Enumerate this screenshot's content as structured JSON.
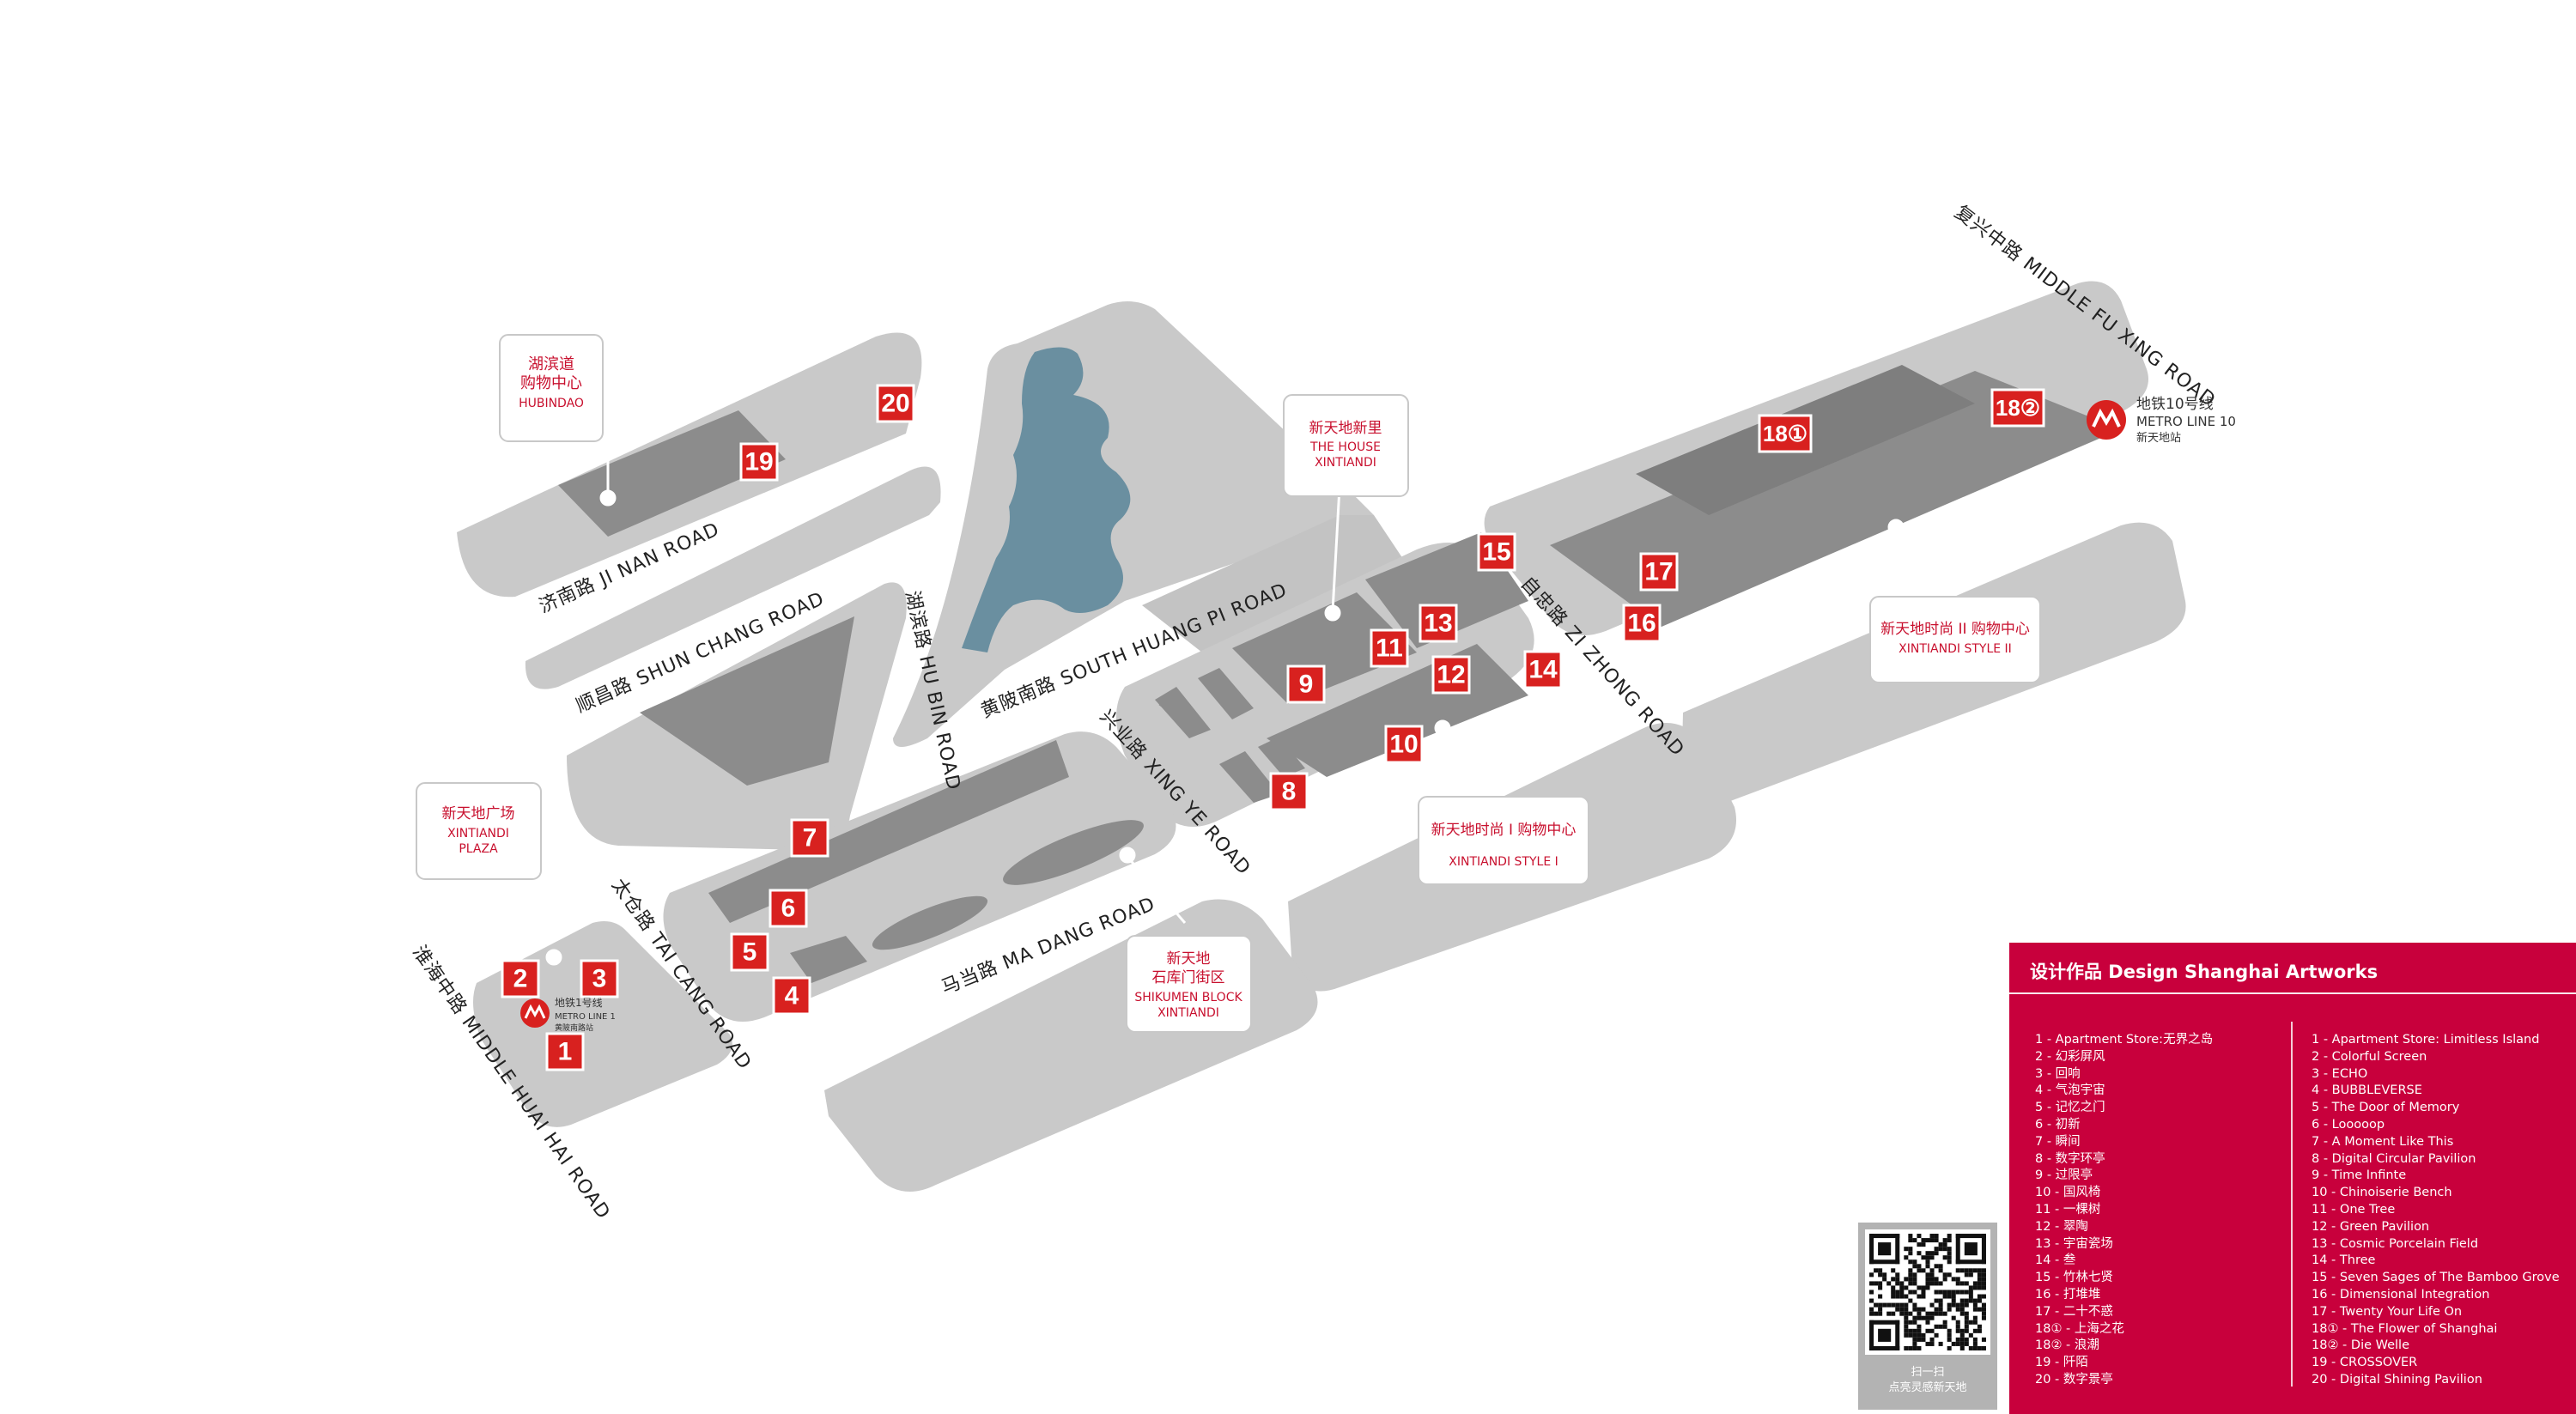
{
  "roads": {
    "ji_nan": "济南路 JI NAN ROAD",
    "shun_chang": "顺昌路 SHUN CHANG ROAD",
    "hu_bin": "湖滨路 HU BIN ROAD",
    "south_huang_pi": "黄陂南路 SOUTH HUANG PI ROAD",
    "xing_ye": "兴业路 XING YE ROAD",
    "zi_zhong": "自忠路 ZI ZHONG ROAD",
    "middle_fu_xing": "复兴中路 MIDDLE FU XING ROAD",
    "tai_cang": "太仓路 TAI CANG ROAD",
    "ma_dang": "马当路 MA DANG ROAD",
    "middle_huai_hai": "淮海中路 MIDDLE HUAI HAI ROAD"
  },
  "callouts": {
    "hubindao": {
      "cn1": "湖滨道",
      "cn2": "购物中心",
      "en": "HUBINDAO"
    },
    "the_house": {
      "cn": "新天地新里",
      "en1": "THE HOUSE",
      "en2": "XINTIANDI"
    },
    "plaza": {
      "cn": "新天地广场",
      "en1": "XINTIANDI",
      "en2": "PLAZA"
    },
    "shikumen": {
      "cn1": "新天地",
      "cn2": "石库门街区",
      "en1": "SHIKUMEN BLOCK",
      "en2": "XINTIANDI"
    },
    "style1": {
      "cn": "新天地时尚 I 购物中心",
      "en": "XINTIANDI STYLE I"
    },
    "style2": {
      "cn": "新天地时尚 II 购物中心",
      "en": "XINTIANDI STYLE II"
    }
  },
  "metro": {
    "line10": {
      "cn": "地铁10号线",
      "en": "METRO LINE 10",
      "station": "新天地站"
    },
    "line1": {
      "cn": "地铁1号线",
      "en": "METRO LINE 1",
      "station": "黄陂南路站"
    }
  },
  "markers": [
    "1",
    "2",
    "3",
    "4",
    "5",
    "6",
    "7",
    "8",
    "9",
    "10",
    "11",
    "12",
    "13",
    "14",
    "15",
    "16",
    "17",
    "18①",
    "18②",
    "19",
    "20"
  ],
  "legend": {
    "title": "设计作品 Design Shanghai Artworks",
    "items_cn": [
      "1 - Apartment Store:无界之岛",
      "2 - 幻彩屏风",
      "3 - 回响",
      "4 - 气泡宇宙",
      "5 - 记忆之门",
      "6 - 初新",
      "7 - 瞬间",
      "8 - 数字环亭",
      "9 - 过限亭",
      "10 - 国风椅",
      "11 - 一棵树",
      "12 - 翠陶",
      "13 - 宇宙瓷场",
      "14 - 叁",
      "15 - 竹林七贤",
      "16 - 打堆堆",
      "17 - 二十不惑",
      "18① - 上海之花",
      "18② - 浪潮",
      "19 - 阡陌",
      "20 - 数字景亭"
    ],
    "items_en": [
      "1 - Apartment Store: Limitless Island",
      "2 - Colorful Screen",
      "3 - ECHO",
      "4 - BUBBLEVERSE",
      "5 - The Door of Memory",
      "6 - Looooop",
      "7 - A Moment Like This",
      "8 - Digital Circular Pavilion",
      "9 - Time Infinte",
      "10 - Chinoiserie Bench",
      "11 - One Tree",
      "12 - Green Pavilion",
      "13 - Cosmic Porcelain Field",
      "14 - Three",
      "15 - Seven Sages of The Bamboo Grove",
      "16 - Dimensional Integration",
      "17 - Twenty Your Life On",
      "18① - The Flower of Shanghai",
      "18② - Die Welle",
      "19 - CROSSOVER",
      "20 - Digital Shining Pavilion"
    ]
  },
  "qr": {
    "line1": "扫一扫",
    "line2": "点亮灵感新天地"
  },
  "colors": {
    "accent": "#c8003c",
    "marker": "#d8211f",
    "lake": "#6a8fa0",
    "block": "#c8c8c8",
    "building": "#8c8c8c"
  }
}
